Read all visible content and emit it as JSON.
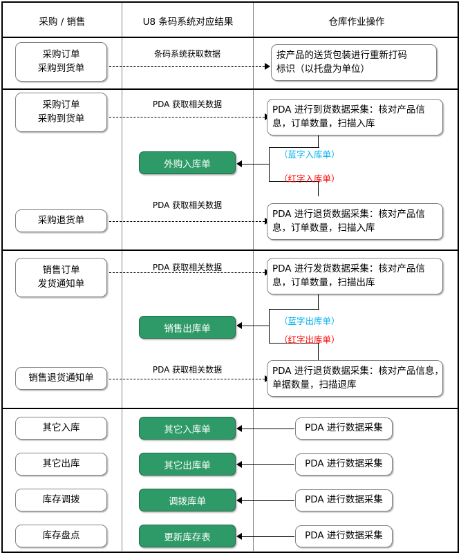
{
  "diagram": {
    "columns": [
      {
        "id": "col-purchase-sales",
        "title": "采购 / 销售"
      },
      {
        "id": "col-u8-barcode",
        "title": "U8 条码系统对应结果"
      },
      {
        "id": "col-warehouse-ops",
        "title": "仓库作业操作"
      }
    ],
    "sections": [
      {
        "id": "section-purchase-receipt-print",
        "source_lines": [
          "采购订单",
          "采购到货单"
        ],
        "annotation": "条码系统获取数据",
        "target_lines": [
          "按产品的送货包装进行重新打码",
          "标识（以托盘为单位）"
        ]
      },
      {
        "id": "section-purchase-inbound",
        "rows": [
          {
            "id": "row-purchase-arrival",
            "source_lines": [
              "采购订单",
              "采购到货单"
            ],
            "annotation": "PDA 获取相关数据",
            "target_lines": [
              "PDA 进行到货数据采集：核对产品信",
              "息，订单数量，扫描入库"
            ]
          },
          {
            "id": "row-purchase-return",
            "source_lines": [
              "采购退货单"
            ],
            "annotation": "PDA 获取相关数据",
            "target_lines": [
              "PDA 进行退货数据采集：核对产品信",
              "息，订单数量，扫描入库"
            ]
          }
        ],
        "result_box": "外购入库单",
        "blue_label": "（蓝字入库单）",
        "red_label": "（红字入库单）"
      },
      {
        "id": "section-sales-outbound",
        "rows": [
          {
            "id": "row-sales-shipment",
            "source_lines": [
              "销售订单",
              "发货通知单"
            ],
            "annotation": "PDA 获取相关数据",
            "target_lines": [
              "PDA 进行发货数据采集：核对产品信",
              "息，订单数量，扫描出库"
            ]
          },
          {
            "id": "row-sales-return",
            "source_lines": [
              "销售退货通知单"
            ],
            "annotation": "PDA 获取相关数据",
            "target_lines": [
              "PDA 进行退货数据采集：核对产品信息，",
              "单据数量，扫描退库"
            ]
          }
        ],
        "result_box": "销售出库单",
        "blue_label": "（蓝字出库单）",
        "red_label": "（红字出库单）"
      },
      {
        "id": "section-other-inventory",
        "rows": [
          {
            "id": "row-other-inbound",
            "source": "其它入库",
            "result": "其它入库单",
            "operation": "PDA 进行数据采集"
          },
          {
            "id": "row-other-outbound",
            "source": "其它出库",
            "result": "其它出库单",
            "operation": "PDA 进行数据采集"
          },
          {
            "id": "row-stock-transfer",
            "source": "库存调拨",
            "result": "调拨库单",
            "operation": "PDA 进行数据采集"
          },
          {
            "id": "row-stock-count",
            "source": "库存盘点",
            "result": "更新库存表",
            "operation": "PDA 进行数据采集"
          }
        ]
      }
    ],
    "colors": {
      "green_fill": "#2e9a67",
      "green_border": "#1f6b49",
      "blue_text": "#00b0f0",
      "red_text": "#ff0000",
      "box_border": "#808080",
      "line": "#000000"
    }
  }
}
